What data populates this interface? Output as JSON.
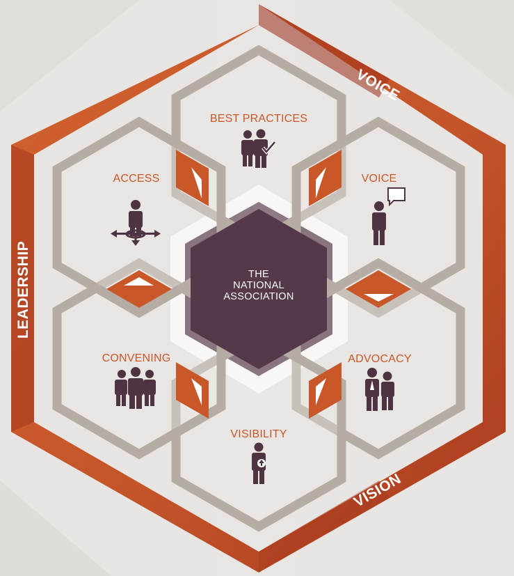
{
  "frame_labels": {
    "top": "VOICE",
    "left": "LEADERSHIP",
    "bottom": "VISION"
  },
  "center": {
    "lines": [
      "THE",
      "NATIONAL",
      "ASSOCIATION"
    ]
  },
  "segments": [
    {
      "id": "best-practices",
      "label": "BEST PRACTICES",
      "icon": "people-checkmark-icon"
    },
    {
      "id": "voice",
      "label": "VOICE",
      "icon": "person-speech-bubble-icon"
    },
    {
      "id": "advocacy",
      "label": "ADVOCACY",
      "icon": "two-people-icon"
    },
    {
      "id": "visibility",
      "label": "VISIBILITY",
      "icon": "person-upload-icon"
    },
    {
      "id": "convening",
      "label": "CONVENING",
      "icon": "group-of-people-icon"
    },
    {
      "id": "access",
      "label": "ACCESS",
      "icon": "person-arrows-icon"
    }
  ],
  "colors": {
    "background": "#e7e4e1",
    "frame_orange": "#c4552a",
    "frame_dark": "#9c2e1a",
    "petal_stroke": "#b5aca3",
    "petal_fill": "#ece9e6",
    "connector_orange": "#c8582a",
    "center_plum": "#55384a",
    "label_orange": "#c8582a",
    "icon_plum": "#4e3443"
  }
}
